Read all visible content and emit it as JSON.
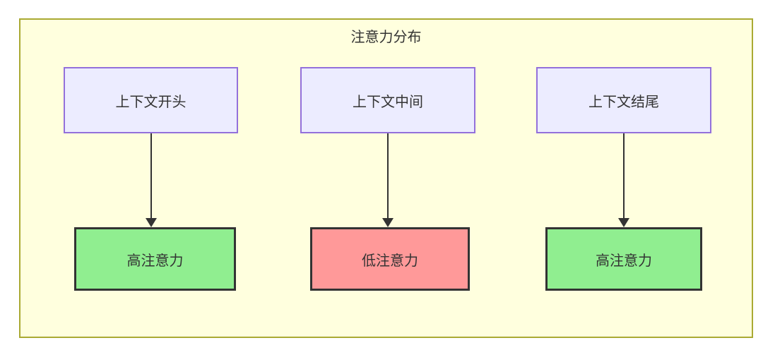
{
  "diagram": {
    "title": "注意力分布",
    "nodes": {
      "top_left": "上下文开头",
      "top_middle": "上下文中间",
      "top_right": "上下文结尾",
      "bottom_left": "高注意力",
      "bottom_middle": "低注意力",
      "bottom_right": "高注意力"
    },
    "edges": [
      {
        "from": "top_left",
        "to": "bottom_left"
      },
      {
        "from": "top_middle",
        "to": "bottom_middle"
      },
      {
        "from": "top_right",
        "to": "bottom_right"
      }
    ],
    "colors": {
      "container_bg": "#ffffde",
      "container_border": "#aaaa33",
      "source_bg": "#ececff",
      "source_border": "#9370db",
      "high_bg": "#90ee90",
      "low_bg": "#ff9999",
      "target_border": "#333333",
      "arrow": "#333333",
      "text": "#333333"
    }
  }
}
